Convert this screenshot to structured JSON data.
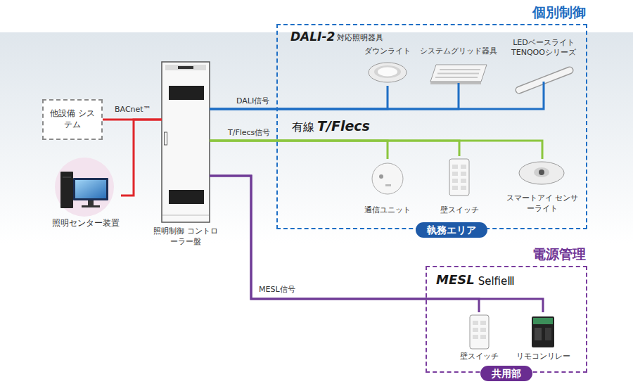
{
  "diagram": {
    "nodes": [
      {
        "text": [
          "他設備 システム"
        ]
      },
      {
        "text": [
          "照明センター装置"
        ]
      },
      {
        "text": [
          "照明制御 コントローラー盤"
        ]
      },
      {
        "text": [
          "個別制御",
          "執務エリア"
        ]
      },
      {
        "text": [
          "ダウンライト"
        ],
        "in": 3
      },
      {
        "text": [
          "システムグリッド器具"
        ],
        "in": 3
      },
      {
        "text": [
          "LEDベースライト TENQOOシリーズ"
        ],
        "in": 3
      },
      {
        "text": [
          "通信ユニット"
        ],
        "in": 3
      },
      {
        "text": [
          "壁スイッチ"
        ],
        "in": 3
      },
      {
        "text": [
          "スマートアイ センサーライト"
        ],
        "in": 3
      },
      {
        "text": [
          "電源管理",
          "共用部"
        ]
      },
      {
        "text": [
          "壁スイッチ"
        ],
        "in": 10
      },
      {
        "text": [
          "リモコンリレー"
        ],
        "in": 10
      }
    ],
    "edges": [
      {
        "from": 0,
        "to": 2,
        "arrow": "none",
        "label": "BACnet™"
      },
      {
        "from": 1,
        "to": 2,
        "arrow": "none"
      },
      {
        "from": 2,
        "to": 4,
        "arrow": "none",
        "label": "DALI信号"
      },
      {
        "from": 2,
        "to": 5,
        "arrow": "none"
      },
      {
        "from": 2,
        "to": 6,
        "arrow": "none"
      },
      {
        "from": 2,
        "to": 7,
        "arrow": "none",
        "label": "T/Flecs信号"
      },
      {
        "from": 2,
        "to": 8,
        "arrow": "none"
      },
      {
        "from": 2,
        "to": 9,
        "arrow": "none"
      },
      {
        "from": 2,
        "to": 11,
        "arrow": "none",
        "label": "MESL信号"
      },
      {
        "from": 2,
        "to": 12,
        "arrow": "none"
      }
    ],
    "labels": [
      "DALI-2",
      "対応照明器具",
      "有線",
      "T/Flecs",
      "MESL",
      "SelfieⅢ"
    ]
  }
}
